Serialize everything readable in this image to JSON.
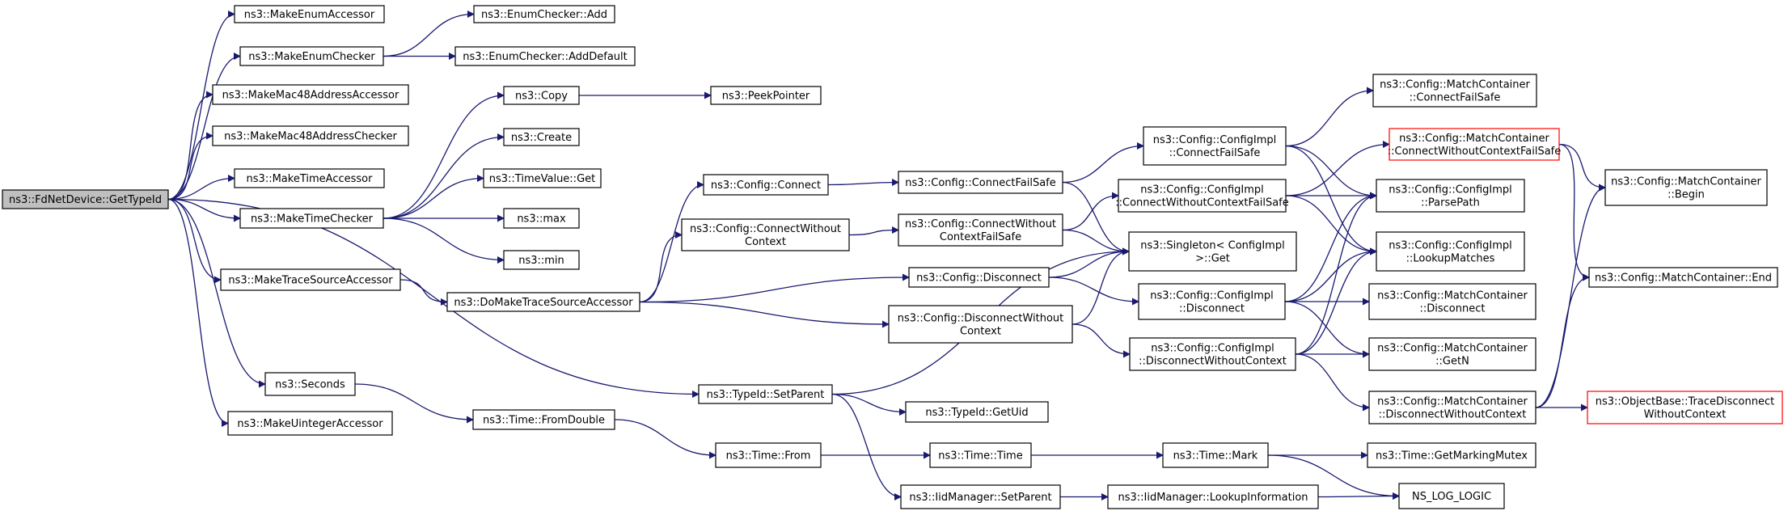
{
  "colors": {
    "edge": "#191970",
    "node_fill": "#ffffff",
    "node_border": "#000000",
    "focus_fill": "#bfbfbf",
    "truncated_border": "#ff0000"
  },
  "nodes": [
    {
      "id": "root",
      "lines": [
        "ns3::FdNetDevice::GetTypeId"
      ],
      "style": "focus"
    },
    {
      "id": "enumAcc",
      "lines": [
        "ns3::MakeEnumAccessor"
      ]
    },
    {
      "id": "enumChk",
      "lines": [
        "ns3::MakeEnumChecker"
      ]
    },
    {
      "id": "enumChkAdd",
      "lines": [
        "ns3::EnumChecker::Add"
      ]
    },
    {
      "id": "enumChkAddDef",
      "lines": [
        "ns3::EnumChecker::AddDefault"
      ]
    },
    {
      "id": "mac48Acc",
      "lines": [
        "ns3::MakeMac48AddressAccessor"
      ]
    },
    {
      "id": "mac48Chk",
      "lines": [
        "ns3::MakeMac48AddressChecker"
      ]
    },
    {
      "id": "timeAcc",
      "lines": [
        "ns3::MakeTimeAccessor"
      ]
    },
    {
      "id": "timeChk",
      "lines": [
        "ns3::MakeTimeChecker"
      ]
    },
    {
      "id": "copy",
      "lines": [
        "ns3::Copy"
      ]
    },
    {
      "id": "peek",
      "lines": [
        "ns3::PeekPointer"
      ]
    },
    {
      "id": "create",
      "lines": [
        "ns3::Create"
      ]
    },
    {
      "id": "timeValGet",
      "lines": [
        "ns3::TimeValue::Get"
      ]
    },
    {
      "id": "max",
      "lines": [
        "ns3::max"
      ]
    },
    {
      "id": "min",
      "lines": [
        "ns3::min"
      ]
    },
    {
      "id": "traceAcc",
      "lines": [
        "ns3::MakeTraceSourceAccessor"
      ]
    },
    {
      "id": "doTrace",
      "lines": [
        "ns3::DoMakeTraceSourceAccessor"
      ]
    },
    {
      "id": "cfgConnect",
      "lines": [
        "ns3::Config::Connect"
      ]
    },
    {
      "id": "cfgConnFS",
      "lines": [
        "ns3::Config::ConnectFailSafe"
      ]
    },
    {
      "id": "cfgConnWoCtx",
      "lines": [
        "ns3::Config::ConnectWithout",
        "Context"
      ]
    },
    {
      "id": "cfgConnWoCtxFS",
      "lines": [
        "ns3::Config::ConnectWithout",
        "ContextFailSafe"
      ]
    },
    {
      "id": "cfgDisc",
      "lines": [
        "ns3::Config::Disconnect"
      ]
    },
    {
      "id": "cfgDiscWoCtx",
      "lines": [
        "ns3::Config::DisconnectWithout",
        "Context"
      ]
    },
    {
      "id": "implConnFS",
      "lines": [
        "ns3::Config::ConfigImpl",
        "::ConnectFailSafe"
      ]
    },
    {
      "id": "implConnWoCtxFS",
      "lines": [
        "ns3::Config::ConfigImpl",
        "::ConnectWithoutContextFailSafe"
      ]
    },
    {
      "id": "singleton",
      "lines": [
        "ns3::Singleton< ConfigImpl",
        " >::Get"
      ]
    },
    {
      "id": "implDisc",
      "lines": [
        "ns3::Config::ConfigImpl",
        "::Disconnect"
      ]
    },
    {
      "id": "implDiscWoCtx",
      "lines": [
        "ns3::Config::ConfigImpl",
        "::DisconnectWithoutContext"
      ]
    },
    {
      "id": "mcConnFS",
      "lines": [
        "ns3::Config::MatchContainer",
        "::ConnectFailSafe"
      ]
    },
    {
      "id": "mcConnWoCtxFS",
      "lines": [
        "ns3::Config::MatchContainer",
        "::ConnectWithoutContextFailSafe"
      ],
      "style": "truncated"
    },
    {
      "id": "parsePath",
      "lines": [
        "ns3::Config::ConfigImpl",
        "::ParsePath"
      ]
    },
    {
      "id": "lookup",
      "lines": [
        "ns3::Config::ConfigImpl",
        "::LookupMatches"
      ]
    },
    {
      "id": "mcDisc",
      "lines": [
        "ns3::Config::MatchContainer",
        "::Disconnect"
      ]
    },
    {
      "id": "mcGetN",
      "lines": [
        "ns3::Config::MatchContainer",
        "::GetN"
      ]
    },
    {
      "id": "mcDiscWoCtx",
      "lines": [
        "ns3::Config::MatchContainer",
        "::DisconnectWithoutContext"
      ]
    },
    {
      "id": "mcBegin",
      "lines": [
        "ns3::Config::MatchContainer",
        "::Begin"
      ]
    },
    {
      "id": "mcEnd",
      "lines": [
        "ns3::Config::MatchContainer::End"
      ]
    },
    {
      "id": "objTraceDisc",
      "lines": [
        "ns3::ObjectBase::TraceDisconnect",
        "WithoutContext"
      ],
      "style": "truncated"
    },
    {
      "id": "seconds",
      "lines": [
        "ns3::Seconds"
      ]
    },
    {
      "id": "uintAcc",
      "lines": [
        "ns3::MakeUintegerAccessor"
      ]
    },
    {
      "id": "typeIdSetParent",
      "lines": [
        "ns3::TypeId::SetParent"
      ]
    },
    {
      "id": "typeIdGetUid",
      "lines": [
        "ns3::TypeId::GetUid"
      ]
    },
    {
      "id": "fromDouble",
      "lines": [
        "ns3::Time::FromDouble"
      ]
    },
    {
      "id": "timeFrom",
      "lines": [
        "ns3::Time::From"
      ]
    },
    {
      "id": "timeTime",
      "lines": [
        "ns3::Time::Time"
      ]
    },
    {
      "id": "timeMark",
      "lines": [
        "ns3::Time::Mark"
      ]
    },
    {
      "id": "markMutex",
      "lines": [
        "ns3::Time::GetMarkingMutex"
      ]
    },
    {
      "id": "nsLogLogic",
      "lines": [
        "NS_LOG_LOGIC"
      ]
    },
    {
      "id": "iidSetParent",
      "lines": [
        "ns3::IidManager::SetParent"
      ]
    },
    {
      "id": "iidLookup",
      "lines": [
        "ns3::IidManager::LookupInformation"
      ]
    }
  ],
  "edges": [
    [
      "root",
      "enumAcc"
    ],
    [
      "root",
      "enumChk"
    ],
    [
      "root",
      "mac48Acc"
    ],
    [
      "root",
      "mac48Chk"
    ],
    [
      "root",
      "timeAcc"
    ],
    [
      "root",
      "timeChk"
    ],
    [
      "root",
      "traceAcc"
    ],
    [
      "root",
      "seconds"
    ],
    [
      "root",
      "uintAcc"
    ],
    [
      "root",
      "typeIdSetParent"
    ],
    [
      "enumChk",
      "enumChkAdd"
    ],
    [
      "enumChk",
      "enumChkAddDef"
    ],
    [
      "timeChk",
      "copy"
    ],
    [
      "timeChk",
      "create"
    ],
    [
      "timeChk",
      "timeValGet"
    ],
    [
      "timeChk",
      "max"
    ],
    [
      "timeChk",
      "min"
    ],
    [
      "copy",
      "peek"
    ],
    [
      "traceAcc",
      "doTrace"
    ],
    [
      "doTrace",
      "cfgConnect"
    ],
    [
      "doTrace",
      "cfgConnWoCtx"
    ],
    [
      "doTrace",
      "cfgDisc"
    ],
    [
      "doTrace",
      "cfgDiscWoCtx"
    ],
    [
      "cfgConnect",
      "cfgConnFS"
    ],
    [
      "cfgConnFS",
      "implConnFS"
    ],
    [
      "cfgConnFS",
      "singleton"
    ],
    [
      "cfgConnWoCtx",
      "cfgConnWoCtxFS"
    ],
    [
      "cfgConnWoCtxFS",
      "implConnWoCtxFS"
    ],
    [
      "cfgConnWoCtxFS",
      "singleton"
    ],
    [
      "cfgDisc",
      "singleton"
    ],
    [
      "cfgDisc",
      "implDisc"
    ],
    [
      "cfgDiscWoCtx",
      "singleton"
    ],
    [
      "cfgDiscWoCtx",
      "implDiscWoCtx"
    ],
    [
      "implConnFS",
      "mcConnFS"
    ],
    [
      "implConnFS",
      "parsePath"
    ],
    [
      "implConnFS",
      "lookup"
    ],
    [
      "implConnWoCtxFS",
      "mcConnWoCtxFS"
    ],
    [
      "implConnWoCtxFS",
      "parsePath"
    ],
    [
      "implConnWoCtxFS",
      "lookup"
    ],
    [
      "implDisc",
      "parsePath"
    ],
    [
      "implDisc",
      "lookup"
    ],
    [
      "implDisc",
      "mcDisc"
    ],
    [
      "implDisc",
      "mcGetN"
    ],
    [
      "implDiscWoCtx",
      "parsePath"
    ],
    [
      "implDiscWoCtx",
      "lookup"
    ],
    [
      "implDiscWoCtx",
      "mcGetN"
    ],
    [
      "implDiscWoCtx",
      "mcDiscWoCtx"
    ],
    [
      "mcConnWoCtxFS",
      "mcBegin"
    ],
    [
      "mcConnWoCtxFS",
      "mcEnd"
    ],
    [
      "mcDiscWoCtx",
      "mcBegin"
    ],
    [
      "mcDiscWoCtx",
      "mcEnd"
    ],
    [
      "mcDiscWoCtx",
      "objTraceDisc"
    ],
    [
      "seconds",
      "fromDouble"
    ],
    [
      "fromDouble",
      "timeFrom"
    ],
    [
      "timeFrom",
      "timeTime"
    ],
    [
      "timeTime",
      "timeMark"
    ],
    [
      "timeMark",
      "markMutex"
    ],
    [
      "timeMark",
      "nsLogLogic"
    ],
    [
      "typeIdSetParent",
      "singleton"
    ],
    [
      "typeIdSetParent",
      "typeIdGetUid"
    ],
    [
      "typeIdSetParent",
      "iidSetParent"
    ],
    [
      "iidSetParent",
      "iidLookup"
    ],
    [
      "iidLookup",
      "nsLogLogic"
    ]
  ]
}
